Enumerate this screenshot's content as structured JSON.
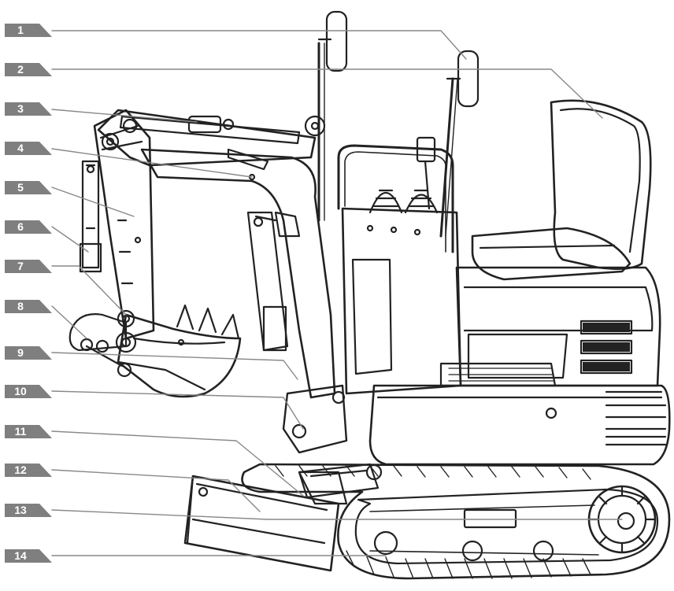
{
  "callouts": [
    {
      "number": "1"
    },
    {
      "number": "2"
    },
    {
      "number": "3"
    },
    {
      "number": "4"
    },
    {
      "number": "5"
    },
    {
      "number": "6"
    },
    {
      "number": "7"
    },
    {
      "number": "8"
    },
    {
      "number": "9"
    },
    {
      "number": "10"
    },
    {
      "number": "11"
    },
    {
      "number": "12"
    },
    {
      "number": "13"
    },
    {
      "number": "14"
    }
  ],
  "colors": {
    "tag_fill": "#7f7f7f",
    "leader_line": "#888888",
    "drawing_line": "#222222"
  }
}
